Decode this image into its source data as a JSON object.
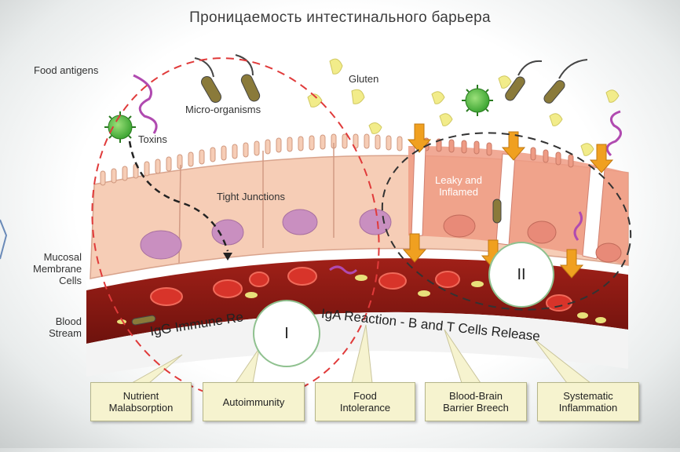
{
  "title": "Проницаемость интестинального барьера",
  "labels": {
    "food_antigens": "Food  antigens",
    "micro_organisms": "Micro-organisms",
    "gluten": "Gluten",
    "toxins": "Toxins",
    "tight_junctions": "Tight Junctions",
    "leaky_line1": "Leaky and",
    "leaky_line2": "Inflamed",
    "mucosal_line1": "Mucosal",
    "mucosal_line2": "Membrane",
    "mucosal_line3": "Cells",
    "blood_line1": "Blood",
    "blood_line2": "Stream",
    "igg": "IgG Immune Re",
    "iga": "IgA Reaction - B and T Cells Release"
  },
  "markers": {
    "one": "I",
    "two": "II"
  },
  "outcomes": [
    {
      "line1": "Nutrient",
      "line2": "Malabsorption"
    },
    {
      "line1": "Autoimmunity",
      "line2": ""
    },
    {
      "line1": "Food",
      "line2": "Intolerance"
    },
    {
      "line1": "Blood-Brain",
      "line2": "Barrier Breech"
    },
    {
      "line1": "Systematic",
      "line2": "Inflammation"
    }
  ],
  "colors": {
    "cell_fill": "#f6cdb6",
    "cell_inflamed": "#ee9b84",
    "nucleus": "#c98fc0",
    "blood": "#8a1a14",
    "rbc": "#d8342a",
    "arrow": "#f0a020",
    "virus": "#4cbf3a",
    "red_dash": "#e03a3a",
    "dark_dash": "#333333"
  }
}
